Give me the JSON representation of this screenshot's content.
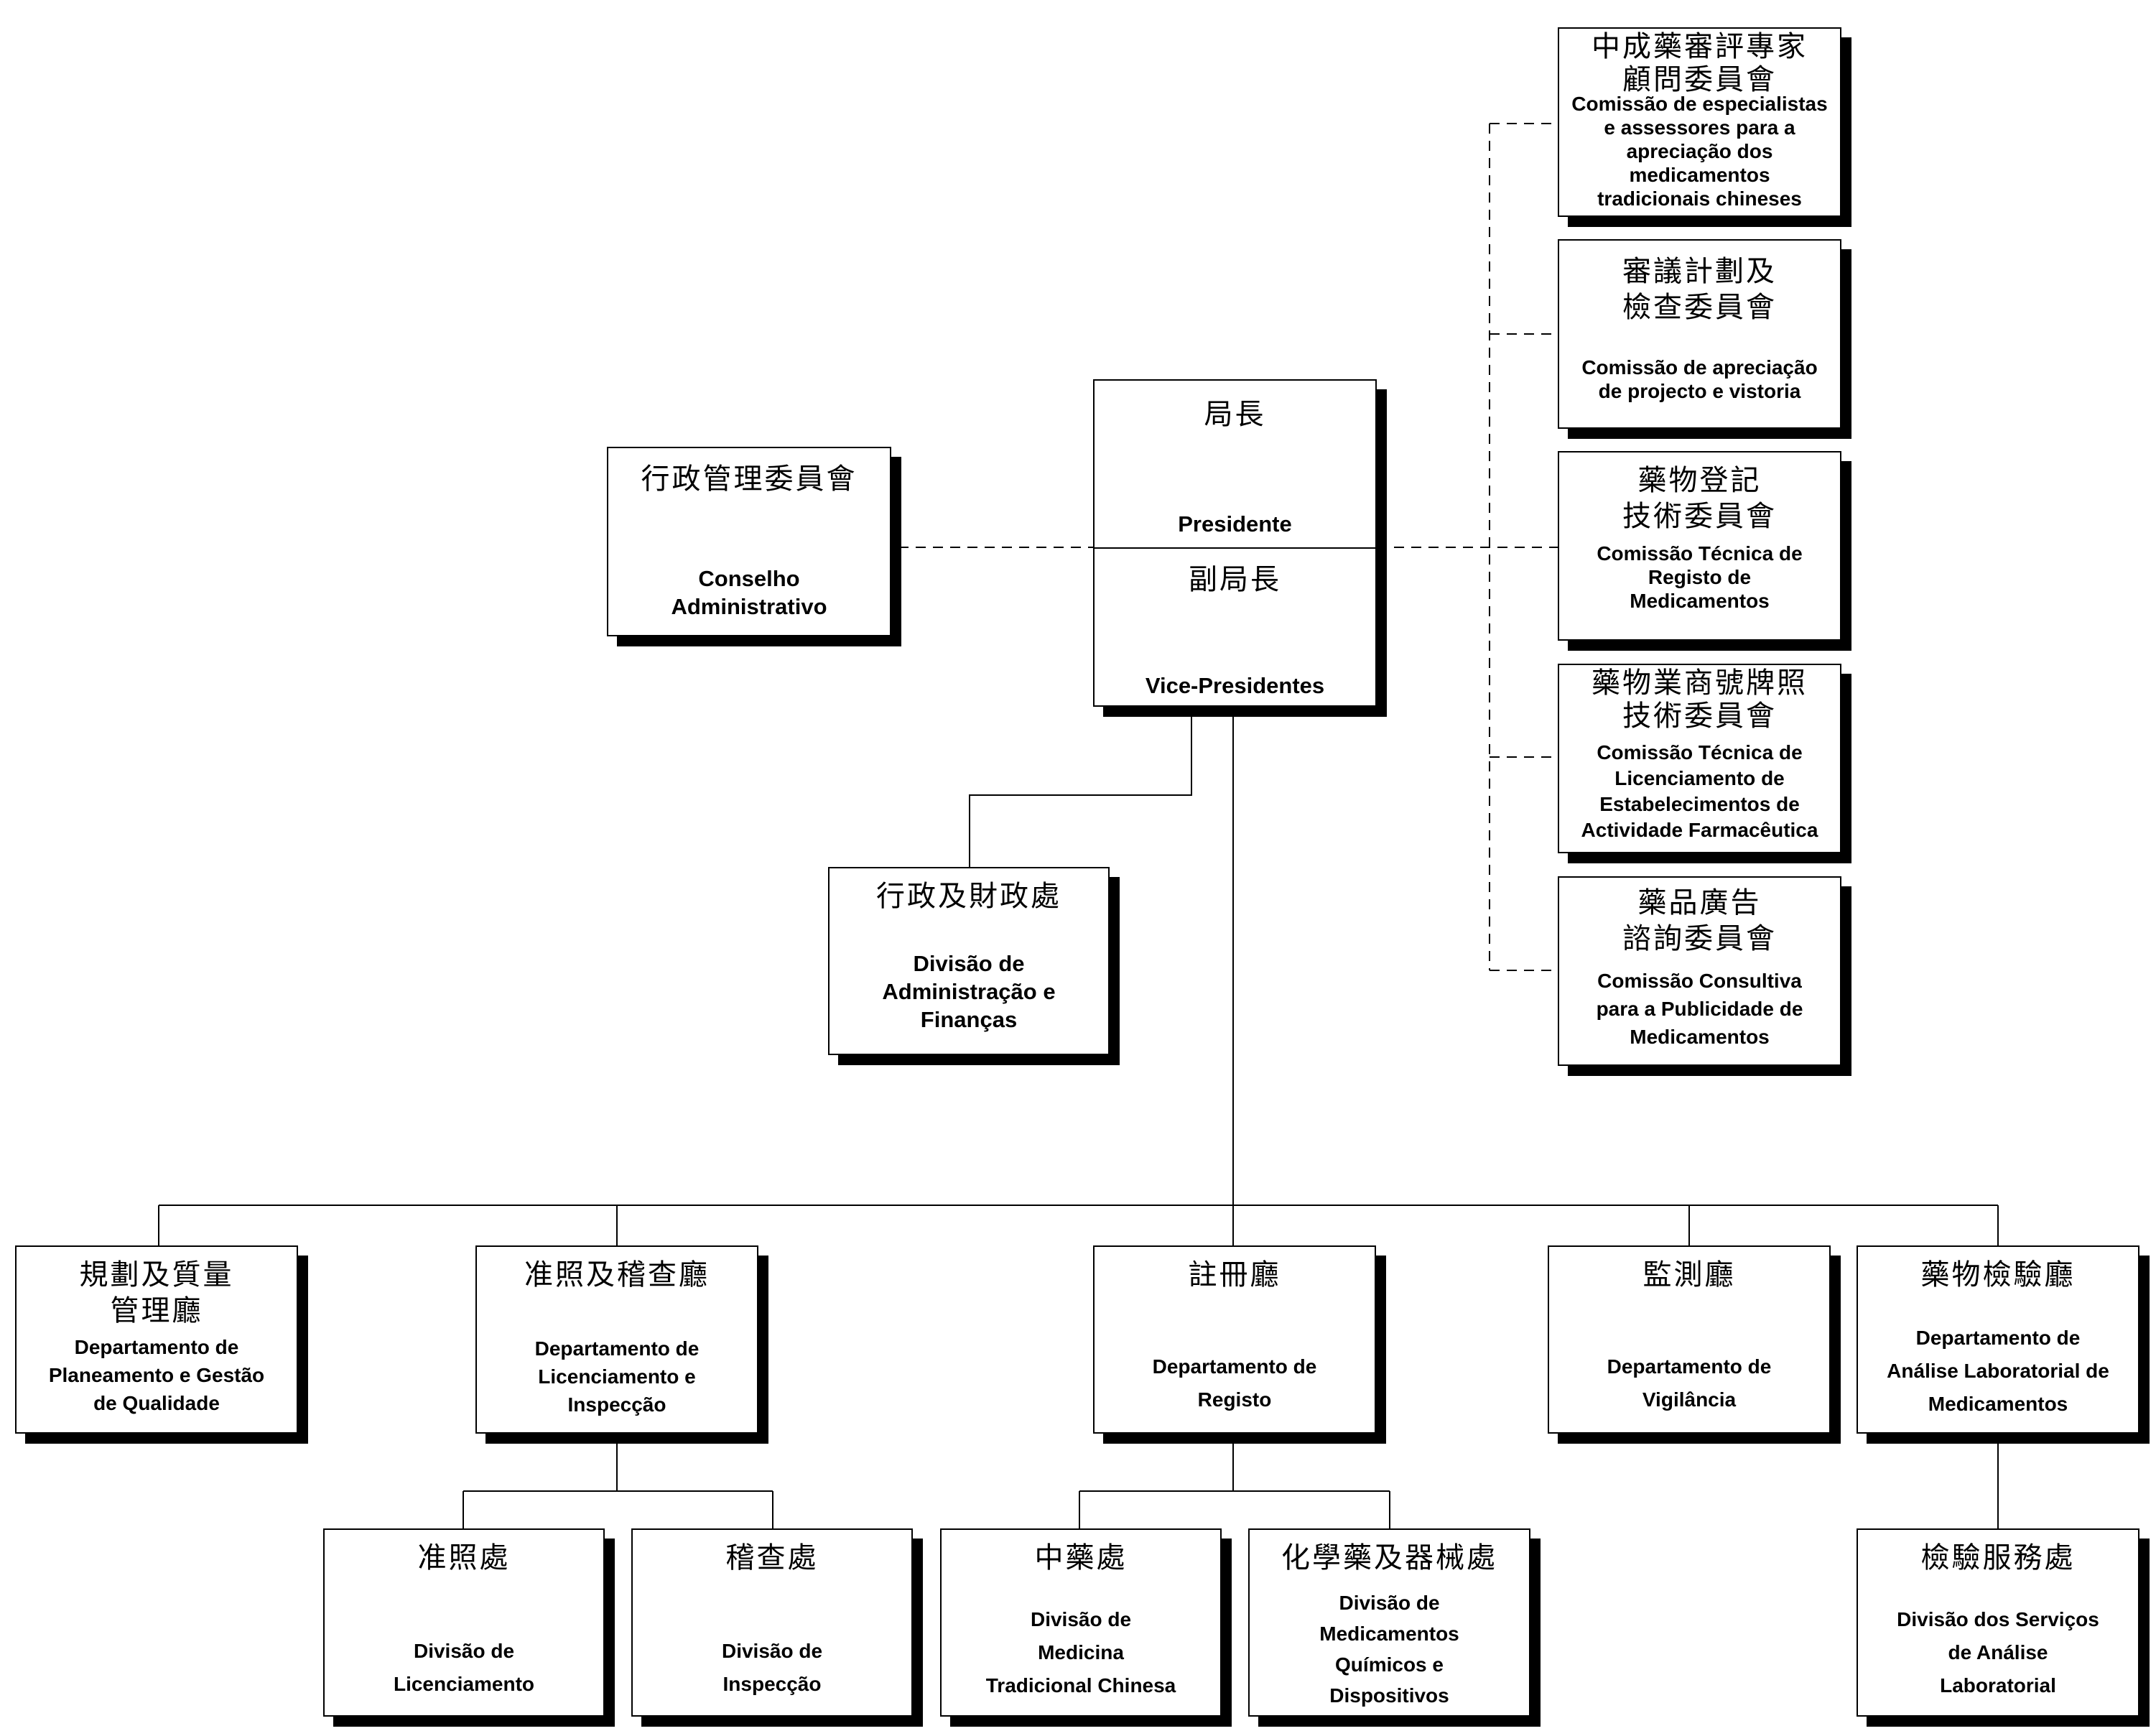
{
  "president": {
    "zh": "局長",
    "pt": "Presidente"
  },
  "vice_president": {
    "zh": "副局長",
    "pt": "Vice-Presidentes"
  },
  "admin_council": {
    "zh": "行政管理委員會",
    "pt": "Conselho\nAdministrativo"
  },
  "admin_finance": {
    "zh": "行政及財政處",
    "pt": "Divisão de\nAdministração e\nFinanças"
  },
  "committees": [
    {
      "zh": "中成藥審評專家\n顧問委員會",
      "pt": "Comissão de especialistas\ne assessores para a\napreciação dos\nmedicamentos\ntradicionais chineses"
    },
    {
      "zh": "審議計劃及\n檢查委員會",
      "pt": "Comissão de apreciação\nde projecto e vistoria"
    },
    {
      "zh": "藥物登記\n技術委員會",
      "pt": "Comissão Técnica de\nRegisto de\nMedicamentos"
    },
    {
      "zh": "藥物業商號牌照\n技術委員會",
      "pt": "Comissão Técnica de\nLicenciamento de\nEstabelecimentos de\nActividade Farmacêutica"
    },
    {
      "zh": "藥品廣告\n諮詢委員會",
      "pt": "Comissão Consultiva\npara a Publicidade de\nMedicamentos"
    }
  ],
  "departments": [
    {
      "zh": "規劃及質量\n管理廳",
      "pt": "Departamento de\nPlaneamento e Gestão\nde Qualidade"
    },
    {
      "zh": "准照及稽查廳",
      "pt": "Departamento de\nLicenciamento e\nInspecção"
    },
    {
      "zh": "註冊廳",
      "pt": "Departamento de\nRegisto"
    },
    {
      "zh": "監測廳",
      "pt": "Departamento de\nVigilância"
    },
    {
      "zh": "藥物檢驗廳",
      "pt": "Departamento de\nAnálise Laboratorial de\nMedicamentos"
    }
  ],
  "divisions": [
    {
      "zh": "准照處",
      "pt": "Divisão de\nLicenciamento"
    },
    {
      "zh": "稽查處",
      "pt": "Divisão de\nInspecção"
    },
    {
      "zh": "中藥處",
      "pt": "Divisão de\nMedicina\nTradicional Chinesa"
    },
    {
      "zh": "化學藥及器械處",
      "pt": "Divisão de\nMedicamentos\nQuímicos e\nDispositivos"
    },
    {
      "zh": "檢驗服務處",
      "pt": "Divisão dos Serviços\nde Análise\nLaboratorial"
    }
  ]
}
